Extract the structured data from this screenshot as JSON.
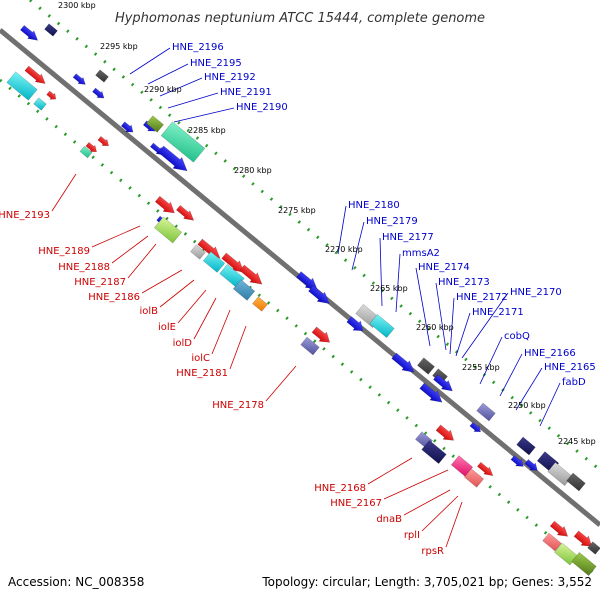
{
  "title": "Hyphomonas neptunium ATCC 15444, complete genome",
  "footer": {
    "accession": "Accession: NC_008358",
    "summary": "Topology: circular; Length: 3,705,021 bp; Genes: 3,552"
  },
  "colors": {
    "backbone": "#777777",
    "ruler_dots": "#228b22",
    "forward_label": "#0000cc",
    "reverse_label": "#cc0000"
  },
  "ruler_labels": [
    "2300 kbp",
    "2295 kbp",
    "2290 kbp",
    "2285 kbp",
    "2280 kbp",
    "2275 kbp",
    "2270 kbp",
    "2265 kbp",
    "2260 kbp",
    "2255 kbp",
    "2250 kbp",
    "2245 kbp"
  ],
  "forward_gene_labels": [
    "HNE_2196",
    "HNE_2195",
    "HNE_2192",
    "HNE_2191",
    "HNE_2190",
    "HNE_2180",
    "HNE_2179",
    "HNE_2177",
    "mmsA2",
    "HNE_2174",
    "HNE_2173",
    "HNE_2172",
    "HNE_2171",
    "HNE_2170",
    "cobQ",
    "HNE_2166",
    "HNE_2165",
    "fabD"
  ],
  "reverse_gene_labels": [
    "HNE_2193",
    "HNE_2189",
    "HNE_2188",
    "HNE_2187",
    "HNE_2186",
    "iolB",
    "iolE",
    "iolD",
    "iolC",
    "HNE_2181",
    "HNE_2178",
    "HNE_2168",
    "HNE_2167",
    "dnaB",
    "rplI",
    "rpsR"
  ]
}
